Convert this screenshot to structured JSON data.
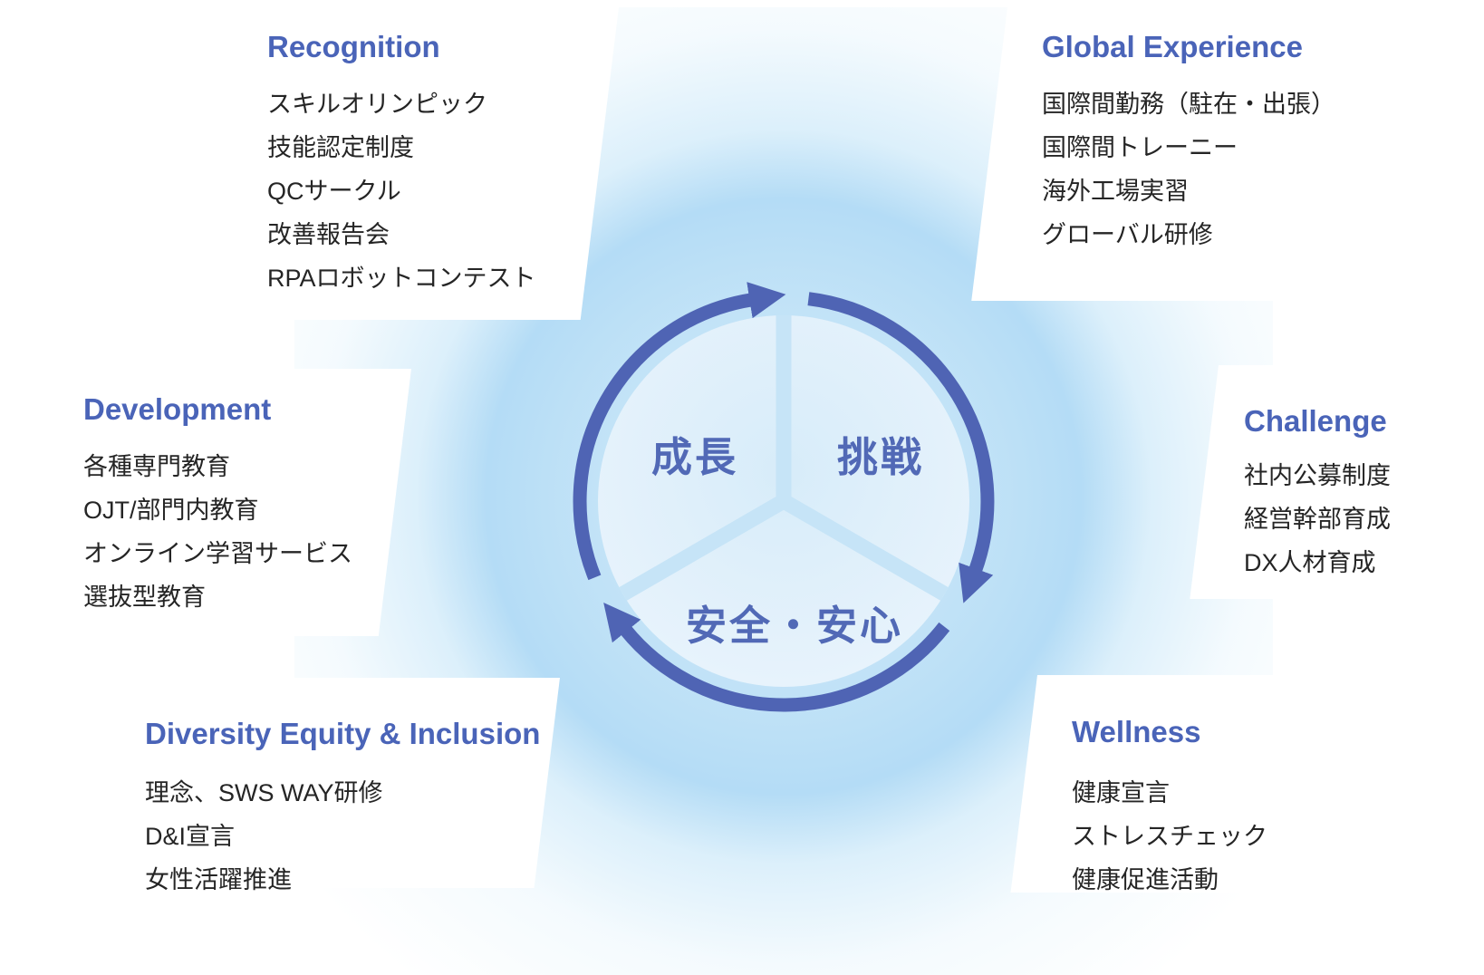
{
  "diagram_title": "employee growth cycle",
  "colors": {
    "heading_blue": "#4a64b8",
    "center_text_blue": "#5169b6",
    "arc_blue": "#4f64b4",
    "body_text": "#252525",
    "glow_blue": "#b0daf5",
    "disc_blue": "#d9edfa",
    "divider_blue": "#c6e4f7",
    "panel_white": "#ffffff"
  },
  "center": {
    "growth": "成長",
    "challenge": "挑戦",
    "safety": "安全・安心"
  },
  "panels": [
    {
      "id": "recognition",
      "heading": "Recognition",
      "items": [
        "スキルオリンピック",
        "技能認定制度",
        "QCサークル",
        "改善報告会",
        "RPAロボットコンテスト"
      ]
    },
    {
      "id": "global-experience",
      "heading": "Global Experience",
      "items": [
        "国際間勤務（駐在・出張）",
        "国際間トレーニー",
        "海外工場実習",
        "グローバル研修"
      ]
    },
    {
      "id": "development",
      "heading": "Development",
      "items": [
        "各種専門教育",
        "OJT/部門内教育",
        "オンライン学習サービス",
        "選抜型教育"
      ]
    },
    {
      "id": "challenge",
      "heading": "Challenge",
      "items": [
        "社内公募制度",
        "経営幹部育成",
        "DX人材育成"
      ]
    },
    {
      "id": "diversity-equity-inclusion",
      "heading": "Diversity Equity & Inclusion",
      "items": [
        "理念、SWS WAY研修",
        "D&I宣言",
        "女性活躍推進"
      ]
    },
    {
      "id": "wellness",
      "heading": "Wellness",
      "items": [
        "健康宣言",
        "ストレスチェック",
        "健康促進活動"
      ]
    }
  ]
}
